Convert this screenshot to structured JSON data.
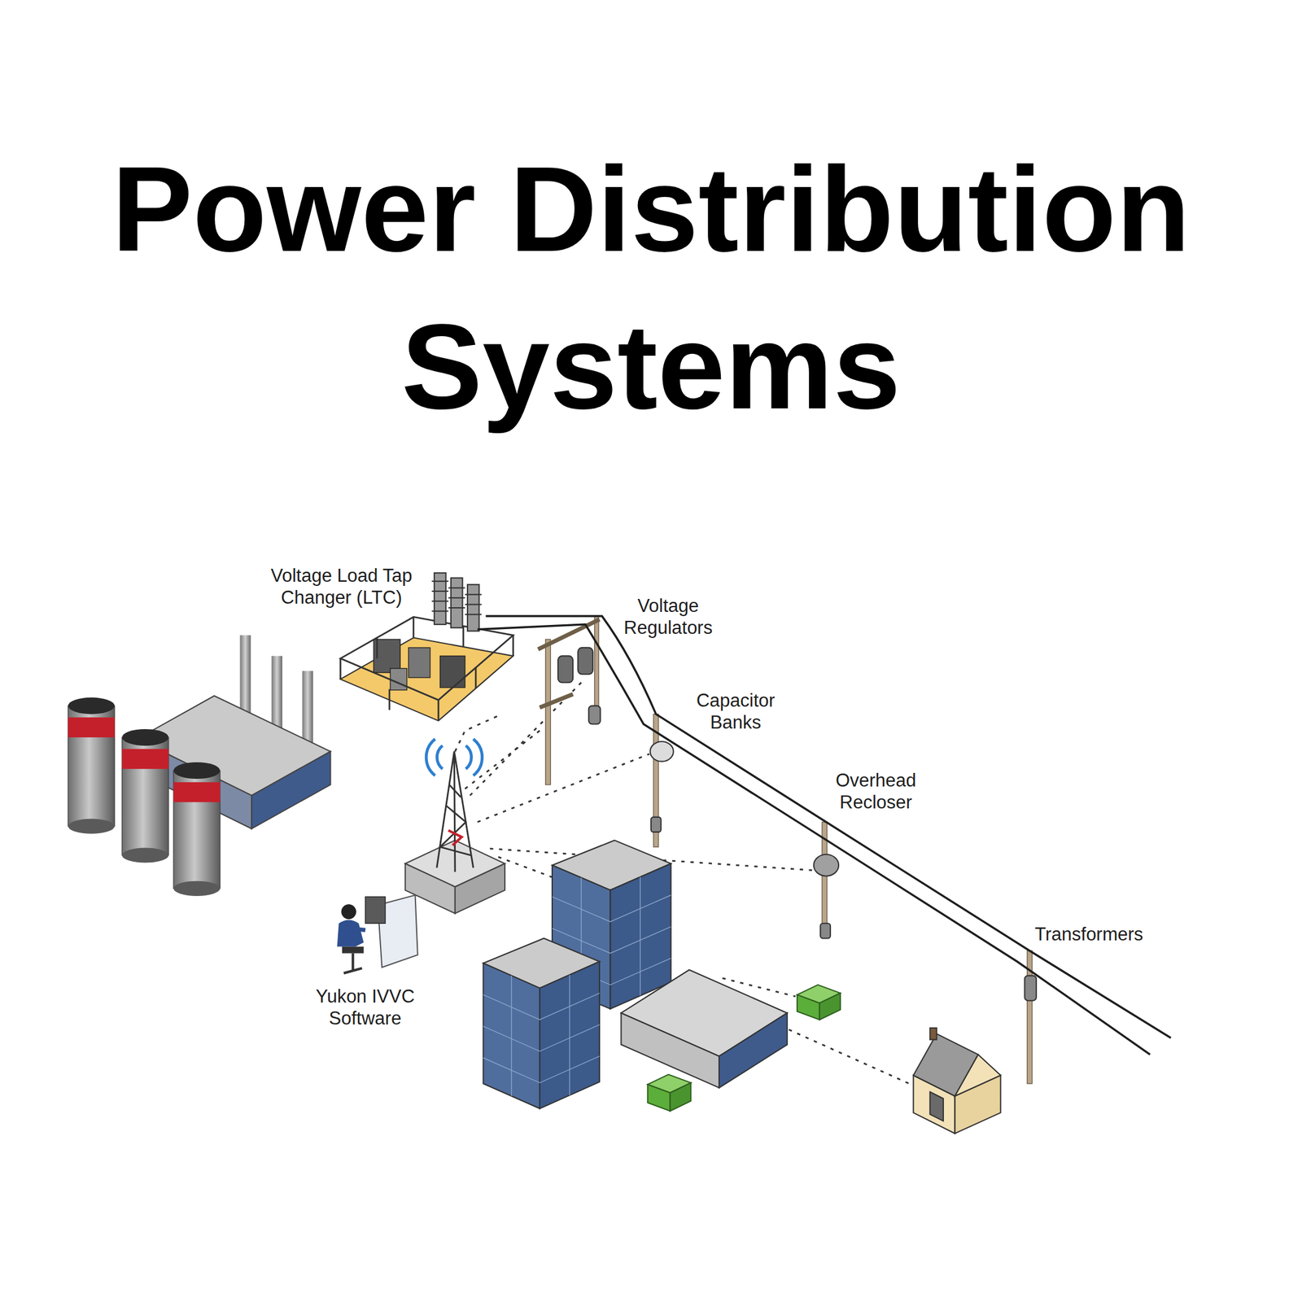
{
  "diagram": {
    "title": "Power Distribution Systems",
    "labels": [
      "Voltage Load Tap Changer (LTC)",
      "Voltage Regulators",
      "Capacitor Banks",
      "Overhead Recloser",
      "Transformers",
      "Yukon IVVC Software"
    ]
  }
}
